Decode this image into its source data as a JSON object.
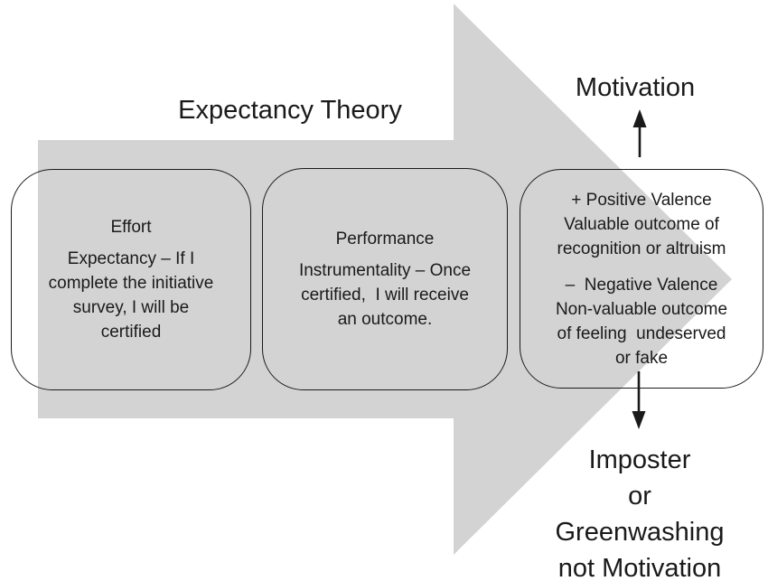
{
  "colors": {
    "background": "#ffffff",
    "arrow_fill": "#d3d3d3",
    "line": "#1a1a1a",
    "text": "#1a1a1a"
  },
  "title": "Expectancy Theory",
  "motivation": {
    "label": "Motivation"
  },
  "outcome": {
    "label": "Imposter\nor\nGreenwashing\nnot Motivation"
  },
  "boxes": [
    {
      "title": "Effort",
      "body": "Expectancy – If I\ncomplete the initiative\nsurvey, I will be\ncertified"
    },
    {
      "title": "Performance",
      "body": "Instrumentality – Once\ncertified,  I will receive\nan outcome."
    },
    {
      "para1": "+ Positive Valence\nValuable outcome of\nrecognition or altruism",
      "para2": "–  Negative Valence\nNon-valuable outcome\nof feeling  undeserved\nor fake"
    }
  ]
}
